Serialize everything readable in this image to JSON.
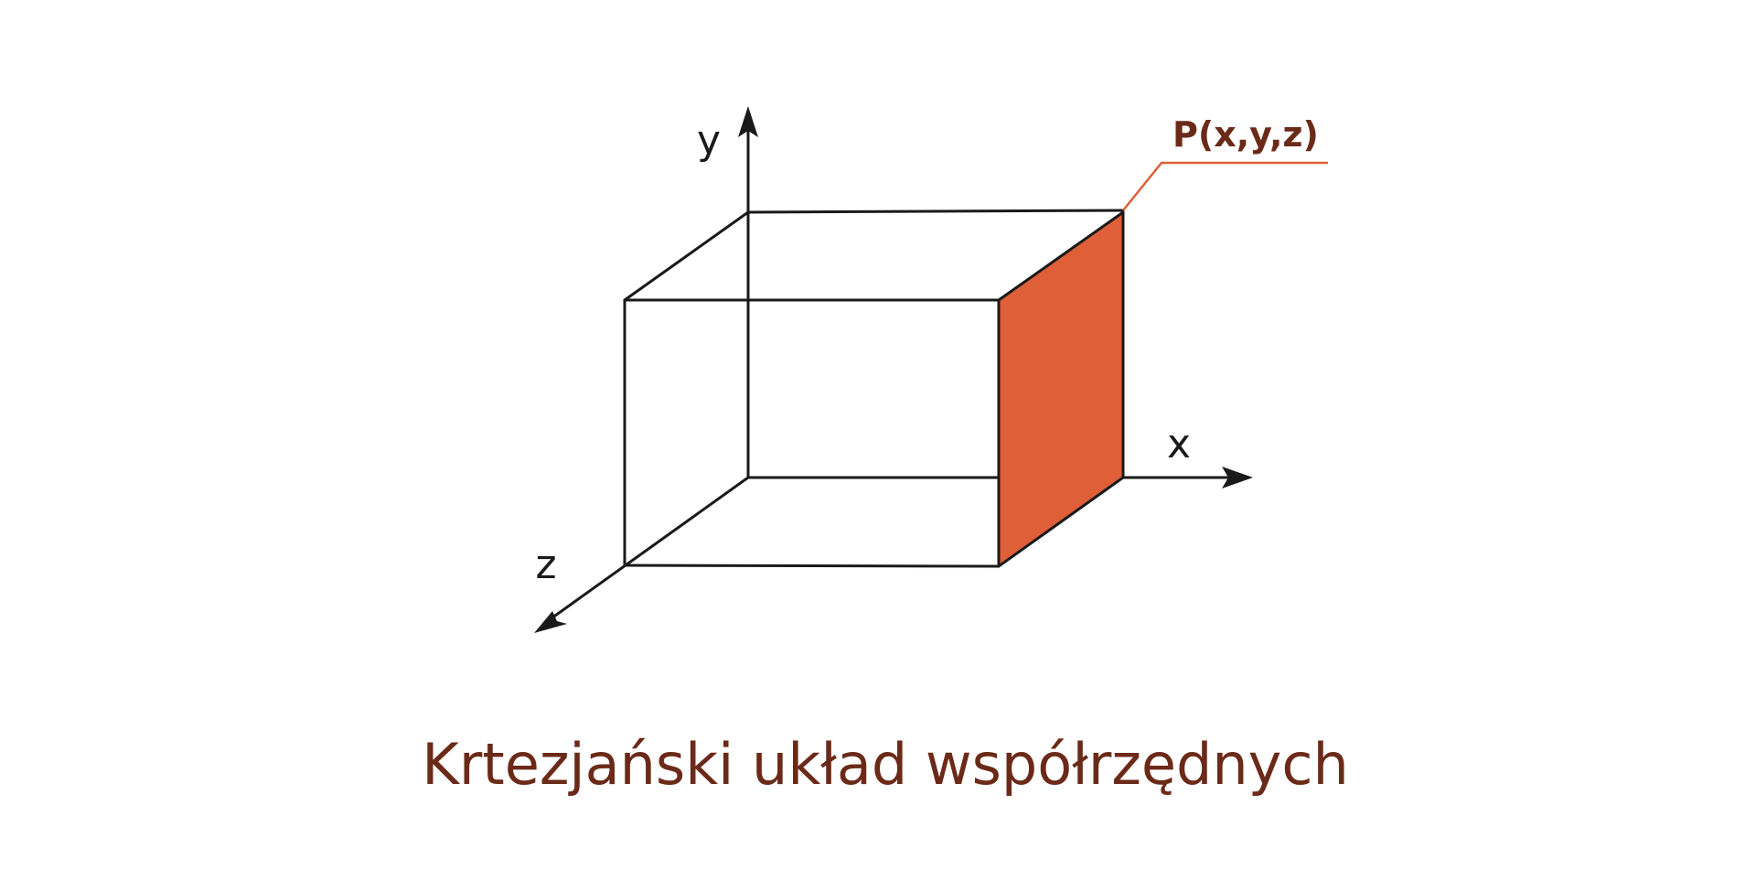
{
  "diagram": {
    "axis_labels": {
      "x": "x",
      "y": "y",
      "z": "z"
    },
    "point_label": "P(x,y,z)",
    "caption": "Krtezjański układ współrzędnych"
  },
  "colors": {
    "face_fill": "#df5f38",
    "leader_line": "#df5f38",
    "text_accent": "#6b2a18",
    "line": "#1a1a1a"
  }
}
